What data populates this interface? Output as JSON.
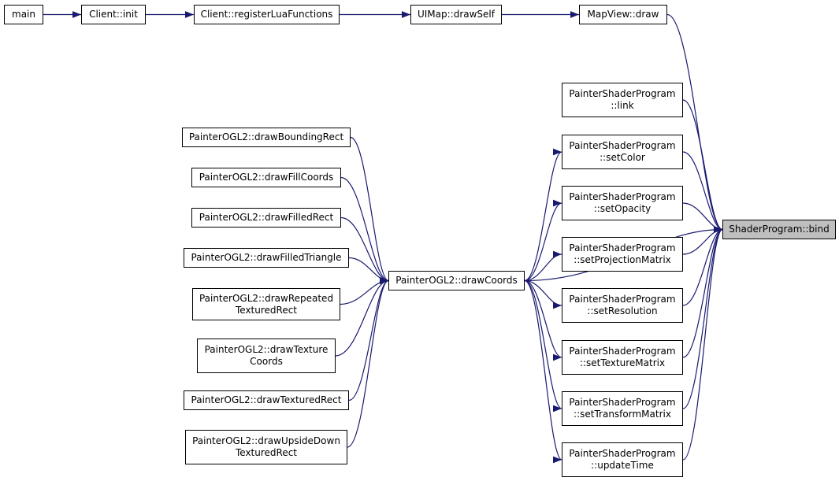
{
  "colors": {
    "edge": "#191970",
    "border": "#000000",
    "node_fill": "#ffffff",
    "current_fill": "#bfbfbf"
  },
  "nodes": {
    "main": {
      "lines": [
        "main"
      ]
    },
    "client_init": {
      "lines": [
        "Client::init"
      ]
    },
    "client_register": {
      "lines": [
        "Client::registerLuaFunctions"
      ]
    },
    "uimap_drawself": {
      "lines": [
        "UIMap::drawSelf"
      ]
    },
    "mapview_draw": {
      "lines": [
        "MapView::draw"
      ]
    },
    "shader_bind": {
      "lines": [
        "ShaderProgram::bind"
      ]
    },
    "psp_link": {
      "lines": [
        "PainterShaderProgram",
        "::link"
      ]
    },
    "psp_setcolor": {
      "lines": [
        "PainterShaderProgram",
        "::setColor"
      ]
    },
    "psp_setopacity": {
      "lines": [
        "PainterShaderProgram",
        "::setOpacity"
      ]
    },
    "psp_setprojection": {
      "lines": [
        "PainterShaderProgram",
        "::setProjectionMatrix"
      ]
    },
    "psp_setresolution": {
      "lines": [
        "PainterShaderProgram",
        "::setResolution"
      ]
    },
    "psp_settexturematrix": {
      "lines": [
        "PainterShaderProgram",
        "::setTextureMatrix"
      ]
    },
    "psp_settransform": {
      "lines": [
        "PainterShaderProgram",
        "::setTransformMatrix"
      ]
    },
    "psp_updatetime": {
      "lines": [
        "PainterShaderProgram",
        "::updateTime"
      ]
    },
    "ogl_drawcoords": {
      "lines": [
        "PainterOGL2::drawCoords"
      ]
    },
    "ogl_boundingrect": {
      "lines": [
        "PainterOGL2::drawBoundingRect"
      ]
    },
    "ogl_fillcoords": {
      "lines": [
        "PainterOGL2::drawFillCoords"
      ]
    },
    "ogl_filledrect": {
      "lines": [
        "PainterOGL2::drawFilledRect"
      ]
    },
    "ogl_filledtriangle": {
      "lines": [
        "PainterOGL2::drawFilledTriangle"
      ]
    },
    "ogl_repeatedtexturedrect": {
      "lines": [
        "PainterOGL2::drawRepeated",
        "TexturedRect"
      ]
    },
    "ogl_texturecoords": {
      "lines": [
        "PainterOGL2::drawTexture",
        "Coords"
      ]
    },
    "ogl_texturedrect": {
      "lines": [
        "PainterOGL2::drawTexturedRect"
      ]
    },
    "ogl_upsidedown": {
      "lines": [
        "PainterOGL2::drawUpsideDown",
        "TexturedRect"
      ]
    }
  },
  "edges": [
    [
      "main",
      "client_init"
    ],
    [
      "client_init",
      "client_register"
    ],
    [
      "client_register",
      "uimap_drawself"
    ],
    [
      "uimap_drawself",
      "mapview_draw"
    ],
    [
      "mapview_draw",
      "shader_bind"
    ],
    [
      "psp_link",
      "shader_bind"
    ],
    [
      "psp_setcolor",
      "shader_bind"
    ],
    [
      "psp_setopacity",
      "shader_bind"
    ],
    [
      "psp_setprojection",
      "shader_bind"
    ],
    [
      "psp_setresolution",
      "shader_bind"
    ],
    [
      "psp_settexturematrix",
      "shader_bind"
    ],
    [
      "psp_settransform",
      "shader_bind"
    ],
    [
      "psp_updatetime",
      "shader_bind"
    ],
    [
      "ogl_drawcoords",
      "shader_bind"
    ],
    [
      "ogl_drawcoords",
      "psp_setcolor"
    ],
    [
      "ogl_drawcoords",
      "psp_setopacity"
    ],
    [
      "ogl_drawcoords",
      "psp_setprojection"
    ],
    [
      "ogl_drawcoords",
      "psp_setresolution"
    ],
    [
      "ogl_drawcoords",
      "psp_settexturematrix"
    ],
    [
      "ogl_drawcoords",
      "psp_settransform"
    ],
    [
      "ogl_drawcoords",
      "psp_updatetime"
    ],
    [
      "ogl_boundingrect",
      "ogl_drawcoords"
    ],
    [
      "ogl_fillcoords",
      "ogl_drawcoords"
    ],
    [
      "ogl_filledrect",
      "ogl_drawcoords"
    ],
    [
      "ogl_filledtriangle",
      "ogl_drawcoords"
    ],
    [
      "ogl_repeatedtexturedrect",
      "ogl_drawcoords"
    ],
    [
      "ogl_texturecoords",
      "ogl_drawcoords"
    ],
    [
      "ogl_texturedrect",
      "ogl_drawcoords"
    ],
    [
      "ogl_upsidedown",
      "ogl_drawcoords"
    ]
  ]
}
